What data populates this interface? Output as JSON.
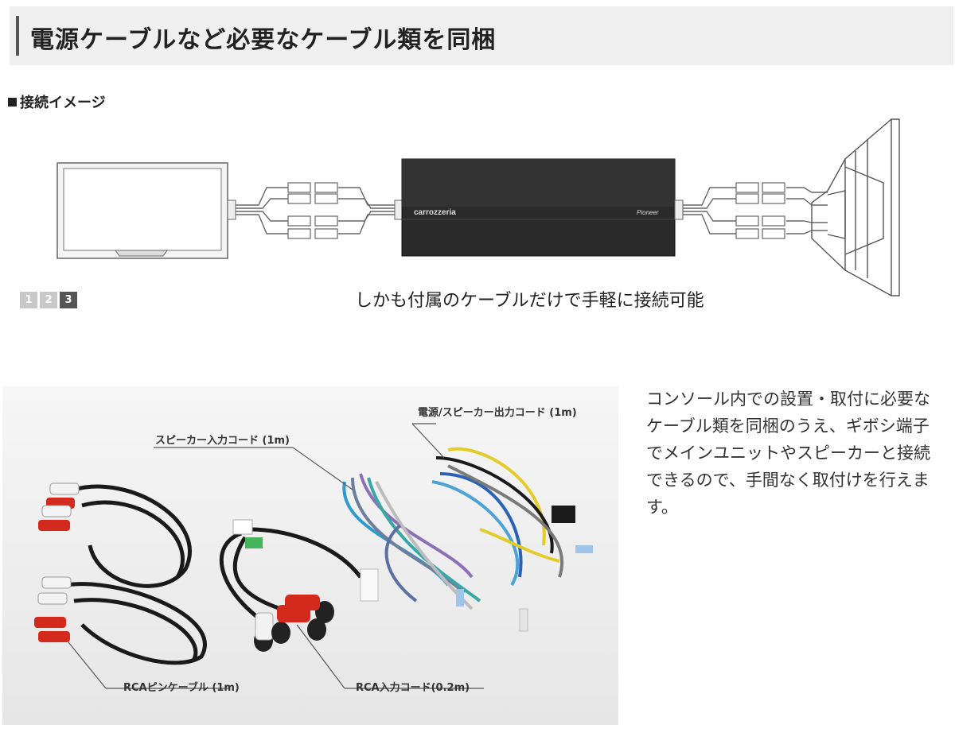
{
  "header": {
    "title": "電源ケーブルなど必要なケーブル類を同梱"
  },
  "section": {
    "label": "接続イメージ"
  },
  "diagram": {
    "amp_brand": "carrozzeria",
    "amp_logo": "Pioneer",
    "caption": "しかも付属のケーブルだけで手軽に接続可能"
  },
  "pager": {
    "pages": [
      "1",
      "2",
      "3"
    ],
    "active": "3"
  },
  "photo": {
    "labels": {
      "power": "電源/スピーカー出力コード (1m)",
      "speaker_in": "スピーカー入力コード (1m)",
      "rca_pin": "RCAピンケーブル (1m)",
      "rca_in": "RCA入力コード(0.2m)"
    }
  },
  "description": "コンソール内での設置・取付に必要なケーブル類を同梱のうえ、ギボシ端子でメインユニットやスピーカーと接続できるので、手間なく取付けを行えます。",
  "colors": {
    "banner_bg": "#efefef",
    "accent_bar": "#555555",
    "rca_red": "#d02020"
  }
}
